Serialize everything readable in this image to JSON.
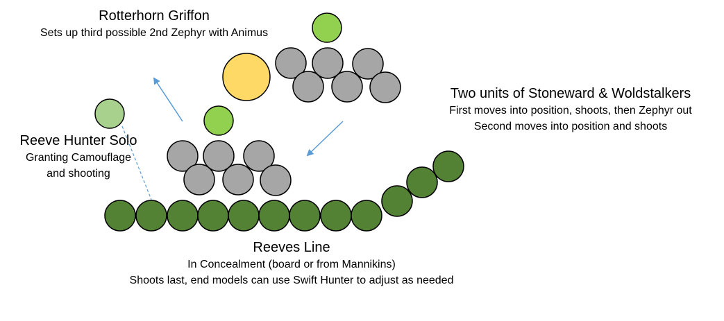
{
  "labels": {
    "griffon": {
      "title": "Rotterhorn Griffon",
      "lines": [
        "Sets up third possible 2nd Zephyr with Animus"
      ]
    },
    "units": {
      "title": "Two units of Stoneward & Woldstalkers",
      "lines": [
        "First moves into position, shoots, then Zephyr out",
        "Second moves into position and shoots"
      ]
    },
    "solo": {
      "title": "Reeve Hunter Solo",
      "lines": [
        "Granting Camouflage",
        "and shooting"
      ]
    },
    "reeves": {
      "title": "Reeves Line",
      "lines": [
        "In Concealment (board or from Mannikins)",
        "Shoots last, end models can use Swift Hunter to adjust as needed"
      ]
    }
  },
  "colors": {
    "background": "#ffffff",
    "grey_fill": "#a6a6a6",
    "dark_green_fill": "#548235",
    "light_green_fill": "#92d050",
    "pale_green_fill": "#a9d18e",
    "gold_fill": "#ffd966",
    "arrow": "#5b9bd5",
    "outline": "#000000"
  }
}
